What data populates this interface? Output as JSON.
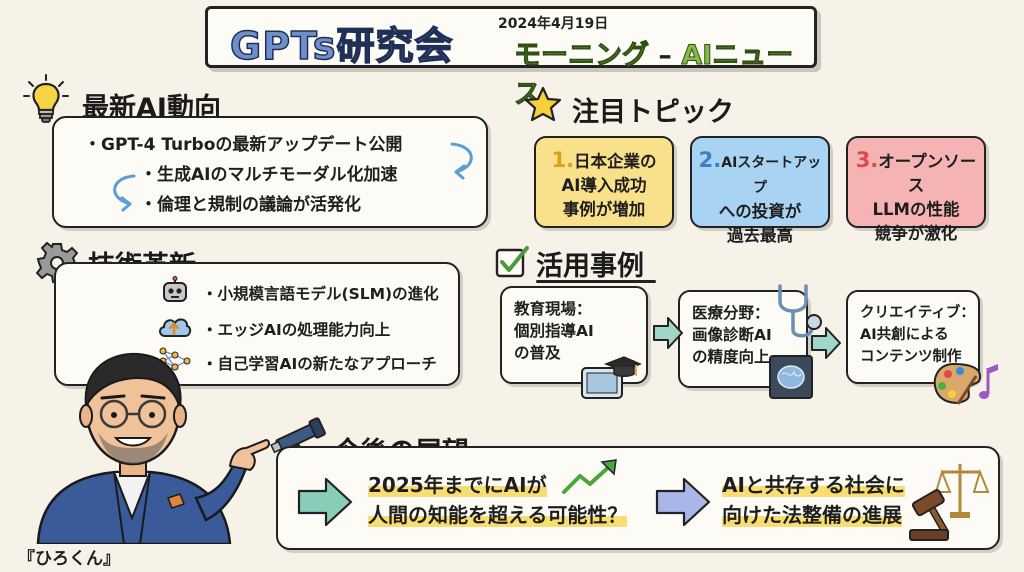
{
  "title": {
    "main": "GPTs研究会",
    "date": "2024年4月19日",
    "subtitle": "モーニング",
    "subtitle_dash": "–",
    "subtitle_end": "AIニュース"
  },
  "latest_ai": {
    "heading": "最新AI動向",
    "items": [
      "・GPT-4 Turboの最新アップデート公開",
      "・生成AIのマルチモーダル化加速",
      "・倫理と規制の議論が活発化"
    ]
  },
  "featured": {
    "heading": "注目トピック",
    "cards": [
      {
        "num": "1.",
        "lines": [
          "日本企業の",
          "AI導入成功",
          "事例が増加"
        ],
        "color": "#f9e08a",
        "num_color": "#d9a21b"
      },
      {
        "num": "2.",
        "lines": [
          "AIスタートアップ",
          "への投資が",
          "過去最高"
        ],
        "color": "#a9d3f2",
        "num_color": "#3b7fc4"
      },
      {
        "num": "3.",
        "lines": [
          "オープンソース",
          "LLMの性能",
          "競争が激化"
        ],
        "color": "#f6b3b3",
        "num_color": "#d94b4b"
      }
    ]
  },
  "tech_innovation": {
    "heading": "技術革新",
    "items": [
      {
        "icon": "robot-icon",
        "text": "・小規模言語モデル(SLM)の進化"
      },
      {
        "icon": "cloud-upload-icon",
        "text": "・エッジAIの処理能力向上"
      },
      {
        "icon": "neural-network-icon",
        "text": "・自己学習AIの新たなアプローチ"
      }
    ]
  },
  "use_cases": {
    "heading": "活用事例",
    "cards": [
      {
        "lines": [
          "教育現場：",
          "個別指導AI",
          "の普及"
        ],
        "icon": "tablet-graduation-icon"
      },
      {
        "lines": [
          "医療分野：",
          "画像診断AI",
          "の精度向上"
        ],
        "icon": "stethoscope-brain-scan-icon"
      },
      {
        "lines": [
          "クリエイティブ：",
          "AI共創による",
          "コンテンツ制作"
        ],
        "icon": "palette-music-icon"
      }
    ]
  },
  "outlook": {
    "heading": "今後の展望",
    "items": [
      {
        "lines": [
          "2025年までにAIが",
          "人間の知能を超える可能性？"
        ],
        "icon": "trend-up-arrow-icon"
      },
      {
        "lines": [
          "AIと共存する社会に",
          "向けた法整備の進展"
        ],
        "icon": "gavel-scales-icon"
      }
    ]
  },
  "character": {
    "caption": "『ひろくん』"
  }
}
